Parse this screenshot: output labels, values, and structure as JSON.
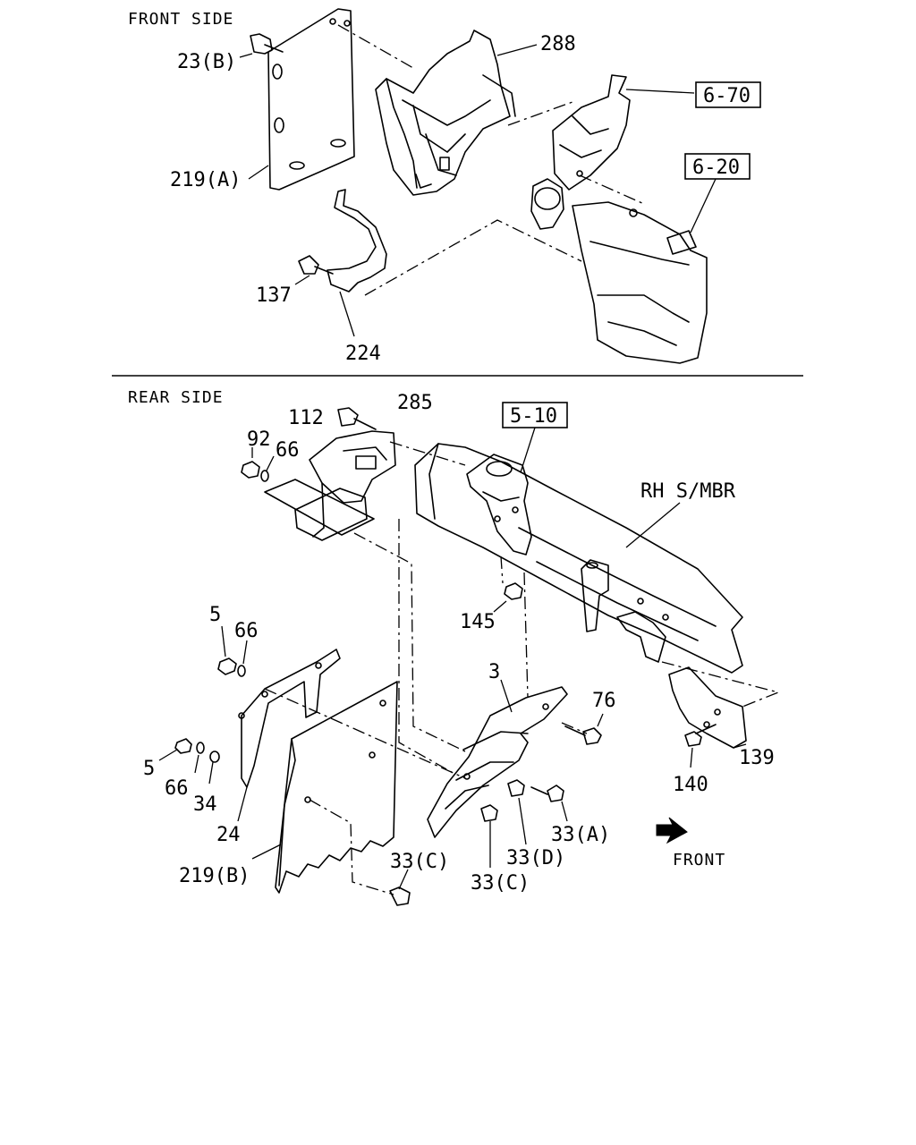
{
  "sections": {
    "front": "FRONT SIDE",
    "rear": "REAR SIDE"
  },
  "callouts": {
    "c288": "288",
    "c23b": "23(B)",
    "c219a": "219(A)",
    "c670": "6-70",
    "c620": "6-20",
    "c137": "137",
    "c224": "224",
    "c112": "112",
    "c285": "285",
    "c92": "92",
    "c66a": "66",
    "c510": "5-10",
    "crh": "RH S/MBR",
    "c145": "145",
    "c5a": "5",
    "c66b": "66",
    "c3": "3",
    "c76": "76",
    "c5b": "5",
    "c66c": "66",
    "c34": "34",
    "c24": "24",
    "c33a": "33(A)",
    "c33d": "33(D)",
    "c33c1": "33(C)",
    "c33c2": "33(C)",
    "c219b": "219(B)",
    "c140": "140",
    "c139": "139",
    "cfront": "FRONT"
  }
}
